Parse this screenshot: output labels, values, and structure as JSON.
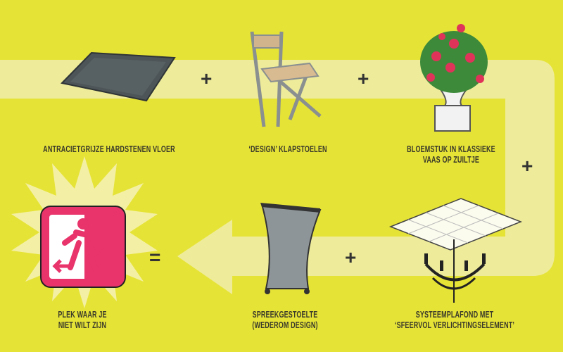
{
  "title": "Plek waar je niet wilt zijn",
  "items": [
    {
      "label_lines": [
        "ANTRACIETGRIJZE HARDSTENEN VLOER"
      ],
      "icon": "stone-floor-icon"
    },
    {
      "label_lines": [
        "‘DESIGN’ KLAPSTOELEN"
      ],
      "icon": "folding-chair-icon"
    },
    {
      "label_lines": [
        "BLOEMSTUK IN KLASSIEKE",
        "VAAS OP ZUILTJE"
      ],
      "icon": "flower-vase-icon"
    },
    {
      "label_lines": [
        "SYSTEEMPLAFOND MET",
        "‘SFEERVOL VERLICHTINGSELEMENT’"
      ],
      "icon": "ceiling-chandelier-icon"
    },
    {
      "label_lines": [
        "SPREEKGESTOELTE",
        "(WEDEROM DESIGN)"
      ],
      "icon": "lectern-icon"
    }
  ],
  "result": {
    "label_lines": [
      "PLEK WAAR JE",
      "NIET WILT ZIJN"
    ],
    "icon": "emergency-exit-icon"
  },
  "operators": {
    "plus": "+",
    "equals": "="
  },
  "colors": {
    "background": "#e6e337",
    "path": "#efee9c",
    "exit_sign": "#e8336b"
  }
}
